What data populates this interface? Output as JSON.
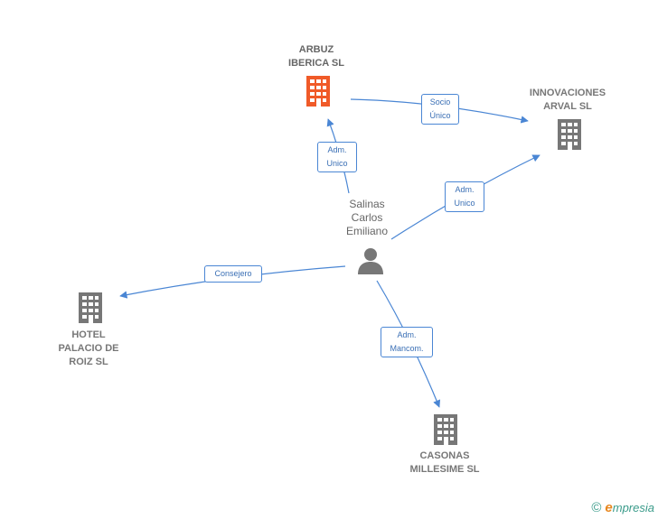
{
  "nodes": {
    "arbuz": {
      "label": "ARBUZ\nIBERICA  SL",
      "icon": "building-icon",
      "color": "#f05a28"
    },
    "innovaciones": {
      "label": "INNOVACIONES\nARVAL  SL",
      "icon": "building-icon",
      "color": "#777777"
    },
    "salinas": {
      "label": "Salinas\nCarlos\nEmiliano",
      "icon": "person-icon",
      "color": "#777777"
    },
    "hotel": {
      "label": "HOTEL\nPALACIO DE\nROIZ  SL",
      "icon": "building-icon",
      "color": "#777777"
    },
    "casonas": {
      "label": "CASONAS\nMILLESIME  SL",
      "icon": "building-icon",
      "color": "#777777"
    }
  },
  "edges": {
    "socio": {
      "label": "Socio\nÚnico"
    },
    "adm_arbuz": {
      "label": "Adm.\nUnico"
    },
    "adm_innov": {
      "label": "Adm.\nUnico"
    },
    "consejero": {
      "label": "Consejero"
    },
    "mancom": {
      "label": "Adm.\nMancom."
    }
  },
  "colors": {
    "edge": "#4a86d4"
  },
  "footer": {
    "copyright": "©",
    "brand_first": "e",
    "brand_rest": "mpresia"
  }
}
